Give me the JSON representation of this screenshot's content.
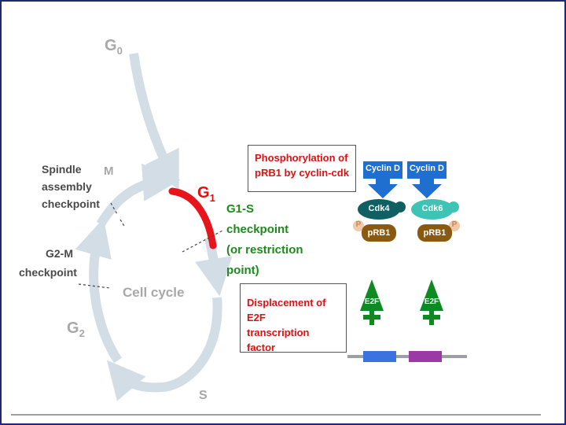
{
  "diagram": {
    "phases": {
      "g0": "G",
      "g0_sub": "0",
      "g1": "G",
      "g1_sub": "1",
      "g2": "G",
      "g2_sub": "2",
      "m": "M",
      "s": "S"
    },
    "center_label": "Cell cycle",
    "checkpoints": {
      "spindle": [
        "Spindle",
        "assembly",
        "checkpoint"
      ],
      "g2m": [
        "G2-M",
        "checkpoint"
      ],
      "g1s": [
        "G1-S",
        "checkpoint",
        "(or restriction",
        "point)"
      ]
    },
    "boxes": {
      "phosphorylation": [
        "Phosphorylation of",
        "pRB1 by cyclin-cdk"
      ],
      "displacement": [
        "Displacement of E2F",
        "transcription factor"
      ]
    },
    "molecules": {
      "cyclin_left": "Cyclin D",
      "cyclin_right": "Cyclin D",
      "cdk_left": "Cdk4",
      "cdk_right": "Cdk6",
      "prb_left": "pRB1",
      "prb_right": "pRB1",
      "p_left": "P",
      "p_right": "P",
      "e2f_left": "E2F",
      "e2f_right": "E2F"
    },
    "colors": {
      "arrow_grey": "#d3dde6",
      "g1_red": "#e8141c",
      "checkpoint_green": "#1d8a1d",
      "cyclin_blue": "#1f6fd1",
      "cdk4_teal": "#0f5f63",
      "cdk6_teal": "#3ec4b5",
      "prb_brown": "#8a5a10",
      "e2f_green": "#0d8a22",
      "dna_blue": "#3a73e0",
      "dna_purple": "#9b3aa6"
    }
  }
}
